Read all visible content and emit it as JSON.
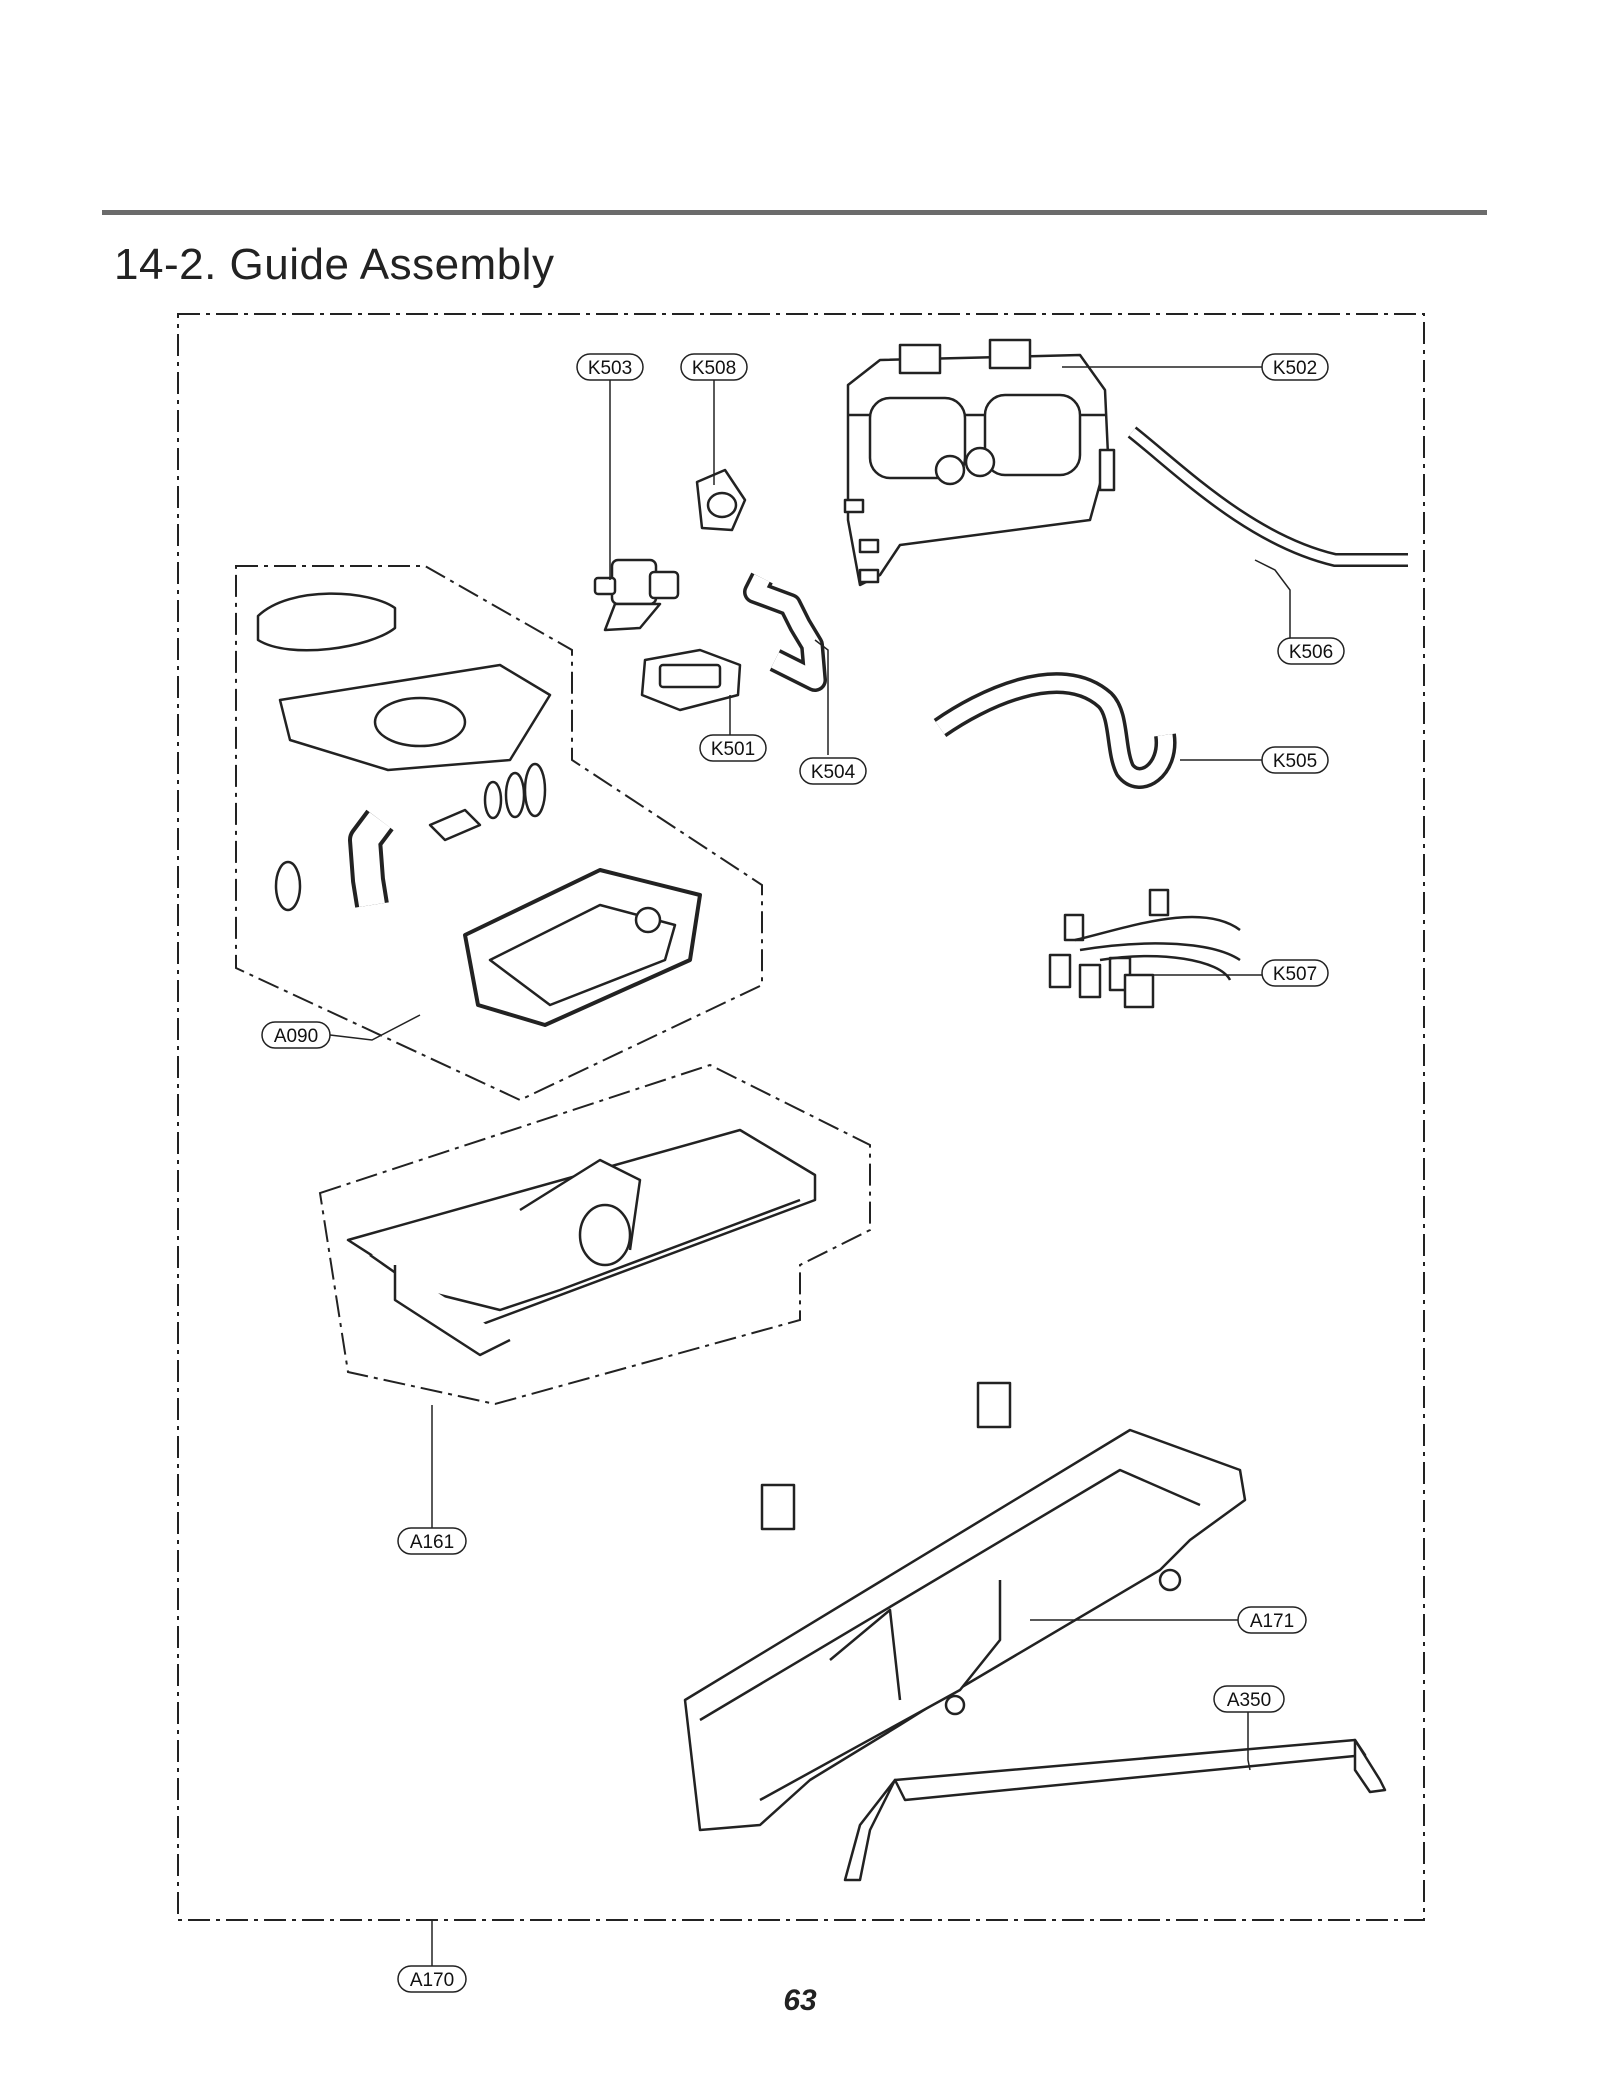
{
  "header": {
    "section_title": "14-2. Guide Assembly"
  },
  "footer": {
    "page_number": "63"
  },
  "callouts": [
    {
      "id": "K503",
      "text": "K503"
    },
    {
      "id": "K508",
      "text": "K508"
    },
    {
      "id": "K502",
      "text": "K502"
    },
    {
      "id": "K506",
      "text": "K506"
    },
    {
      "id": "K501",
      "text": "K501"
    },
    {
      "id": "K504",
      "text": "K504"
    },
    {
      "id": "K505",
      "text": "K505"
    },
    {
      "id": "K507",
      "text": "K507"
    },
    {
      "id": "A090",
      "text": "A090"
    },
    {
      "id": "A161",
      "text": "A161"
    },
    {
      "id": "A171",
      "text": "A171"
    },
    {
      "id": "A350",
      "text": "A350"
    },
    {
      "id": "A170",
      "text": "A170"
    }
  ]
}
